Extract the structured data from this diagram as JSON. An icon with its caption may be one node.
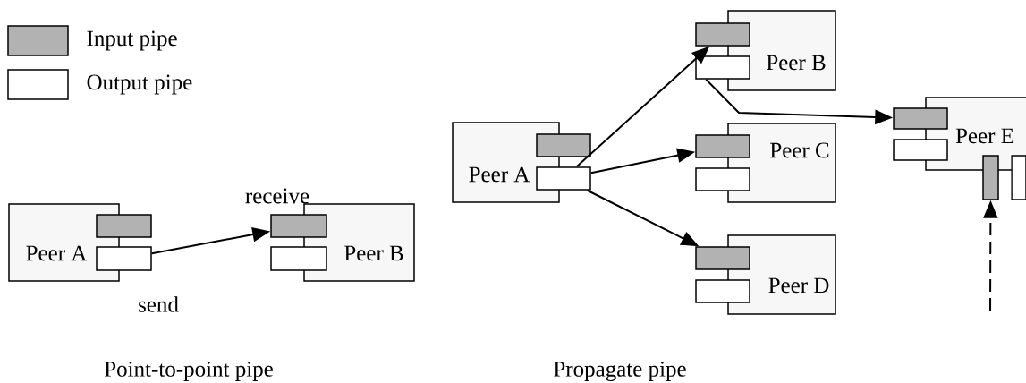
{
  "diagram": {
    "nodes": [
      {
        "text": [
          "Peer A"
        ]
      },
      {
        "text": [],
        "shape": "box"
      },
      {
        "text": [],
        "shape": "box",
        "beside": [
          "send"
        ]
      },
      {
        "text": [
          "Peer B"
        ]
      },
      {
        "text": [],
        "shape": "box",
        "beside": [
          "receive"
        ]
      },
      {
        "text": [],
        "shape": "box"
      },
      {
        "text": [
          "Peer A"
        ]
      },
      {
        "text": [],
        "shape": "box"
      },
      {
        "text": [],
        "shape": "box"
      },
      {
        "text": [
          "Peer B"
        ]
      },
      {
        "text": [],
        "shape": "box"
      },
      {
        "text": [],
        "shape": "box"
      },
      {
        "text": [
          "Peer C"
        ]
      },
      {
        "text": [],
        "shape": "box"
      },
      {
        "text": [],
        "shape": "box"
      },
      {
        "text": [
          "Peer D"
        ]
      },
      {
        "text": [],
        "shape": "box"
      },
      {
        "text": [],
        "shape": "box"
      },
      {
        "text": [
          "Peer E"
        ]
      },
      {
        "text": [],
        "shape": "box"
      },
      {
        "text": [],
        "shape": "box"
      },
      {
        "text": [],
        "shape": "box"
      },
      {
        "text": [],
        "shape": "box"
      }
    ],
    "edges": [
      {
        "from": 2,
        "to": 4,
        "arrow": "to"
      },
      {
        "from": 8,
        "to": 10,
        "arrow": "to"
      },
      {
        "from": 8,
        "to": 13,
        "arrow": "to"
      },
      {
        "from": 8,
        "to": 16,
        "arrow": "to"
      },
      {
        "from": 11,
        "to": 19,
        "arrow": "to"
      },
      {
        "from": null,
        "to": 21,
        "arrow": "to",
        "style": "dashed"
      }
    ],
    "labels": [
      "Point-to-point pipe",
      "Propagate pipe"
    ],
    "legend": [
      {
        "text": "Input pipe",
        "color": "#b2b2b2"
      },
      {
        "text": "Output pipe"
      }
    ]
  }
}
